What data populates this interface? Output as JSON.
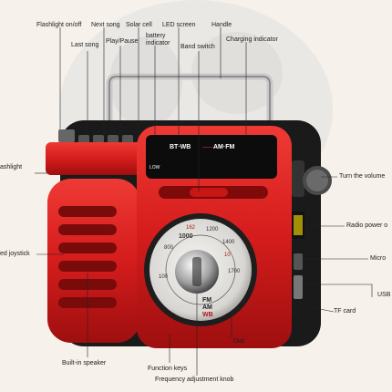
{
  "labels": {
    "flashlight_onoff": "Flashlight on/off",
    "next_song": "Next song",
    "solar_cell": "Solar cell",
    "led_screen": "LED screen",
    "handle": "Handle",
    "last_song": "Last song",
    "play_pause": "Play/Pause",
    "battery_indicator_l1": "battery",
    "battery_indicator_l2": "indicator",
    "band_switch": "Band switch",
    "charging_indicator": "Charging indicator",
    "flashlight": "ashlight",
    "turn_the_volume": "Turn the volume",
    "radio_power": "Radio power o",
    "joystick": "ed joystick",
    "micro": "Micro",
    "usb": "USB",
    "tf_card": "TF card",
    "builtin_speaker": "Built-in speaker",
    "function_keys": "Function keys",
    "dial": "Dial",
    "freq_knob": "Frequency adjustment knob"
  },
  "screen": {
    "bands": "BT·WB",
    "am_fm": "AM·FM",
    "low": "LOW"
  },
  "dial": {
    "scale_outer_1": "162",
    "scale_outer_2": "1200",
    "scale_mid": "1000",
    "scale_left": "800",
    "scale_right": "1400",
    "scale_low": "1700",
    "scale_inner_1": "10",
    "scale_inner_2": "100",
    "fm": "FM",
    "am": "AM",
    "wb": "WB"
  },
  "colors": {
    "body_red": "#d51c1c",
    "dark_red": "#8e0c0c",
    "handle_silver": "#b8b8b8",
    "background": "#f6f1ea"
  }
}
